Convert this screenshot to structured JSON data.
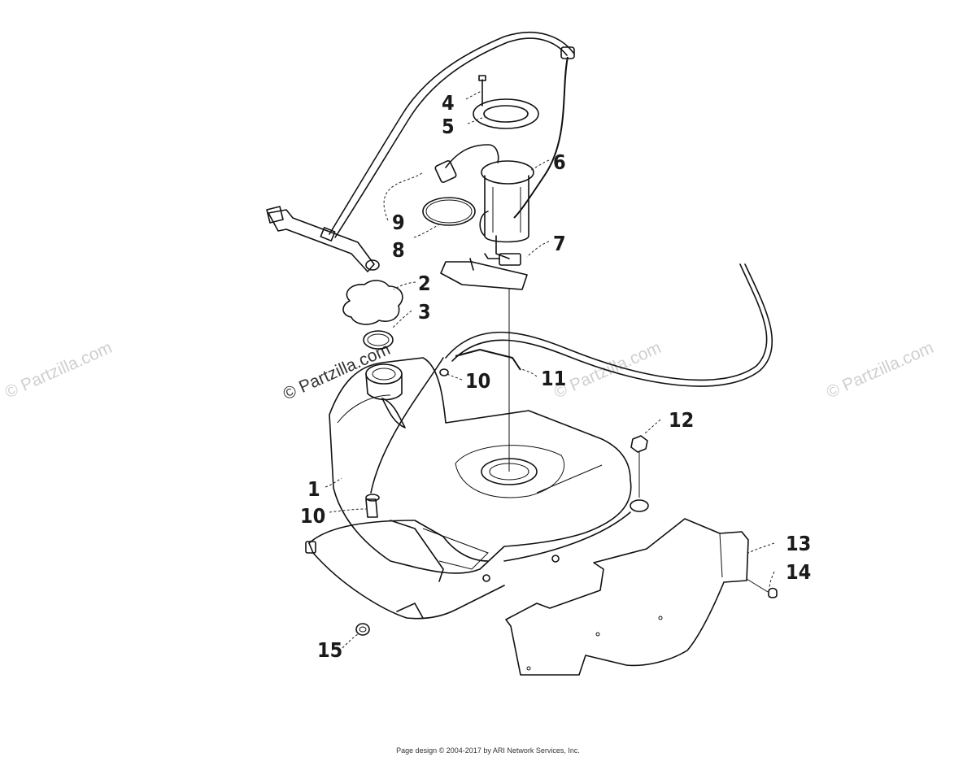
{
  "watermark": {
    "text": "© Partzilla.com"
  },
  "callouts": [
    {
      "id": "1",
      "label": "1"
    },
    {
      "id": "2",
      "label": "2"
    },
    {
      "id": "3",
      "label": "3"
    },
    {
      "id": "4",
      "label": "4"
    },
    {
      "id": "5",
      "label": "5"
    },
    {
      "id": "6",
      "label": "6"
    },
    {
      "id": "7",
      "label": "7"
    },
    {
      "id": "8",
      "label": "8"
    },
    {
      "id": "9",
      "label": "9"
    },
    {
      "id": "10a",
      "label": "10"
    },
    {
      "id": "10b",
      "label": "10"
    },
    {
      "id": "11",
      "label": "11"
    },
    {
      "id": "12",
      "label": "12"
    },
    {
      "id": "13",
      "label": "13"
    },
    {
      "id": "14",
      "label": "14"
    },
    {
      "id": "15",
      "label": "15"
    }
  ],
  "footer": {
    "text": "Page design © 2004-2017 by ARI Network Services, Inc."
  }
}
